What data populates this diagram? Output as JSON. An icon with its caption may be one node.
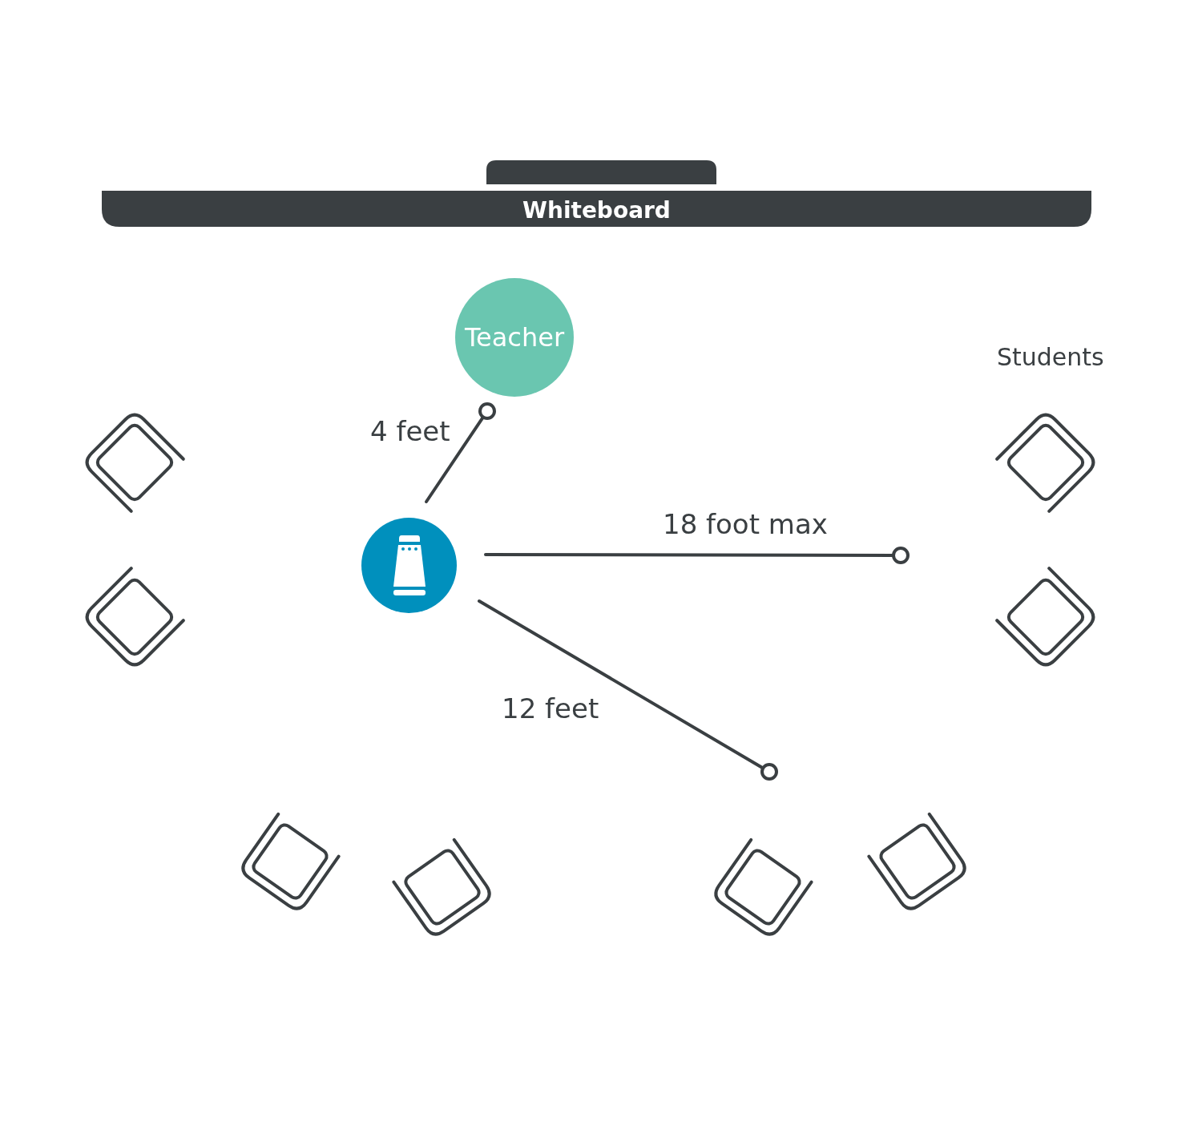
{
  "diagram": {
    "nodes": [
      {
        "text": [
          "Whiteboard"
        ]
      },
      {
        "text": [
          "Teacher"
        ]
      },
      {
        "text": [],
        "shape": "circle"
      }
    ],
    "labels": [
      "Students",
      "4 feet",
      "18 foot max",
      "12 feet"
    ]
  }
}
